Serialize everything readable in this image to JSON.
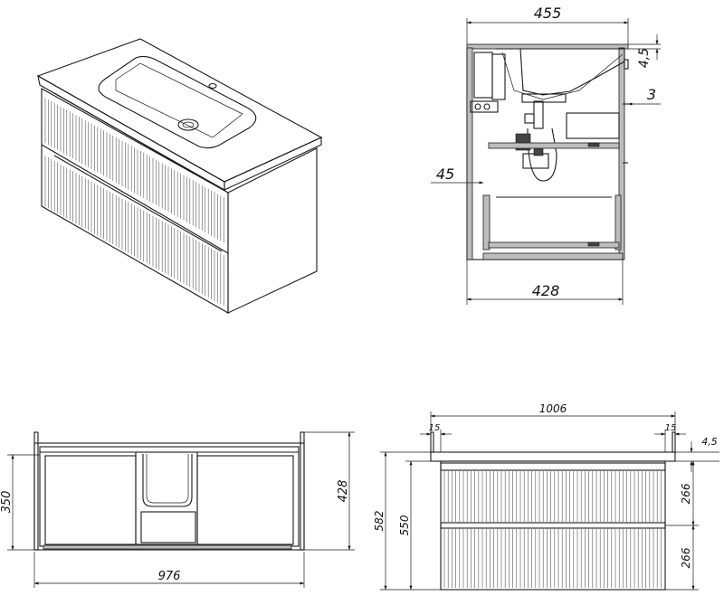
{
  "side_section": {
    "width_top": "455",
    "width_bottom": "428",
    "top_thickness": "4,5",
    "overhang": "3",
    "setback": "45"
  },
  "top_view": {
    "depth_left": "350",
    "depth_right": "428",
    "width": "976"
  },
  "front_view": {
    "overall_width": "1006",
    "side_left": "15",
    "side_right": "15",
    "top_thickness": "4,5",
    "overall_height": "582",
    "body_height": "550",
    "drawer_upper": "266",
    "drawer_lower": "266"
  }
}
